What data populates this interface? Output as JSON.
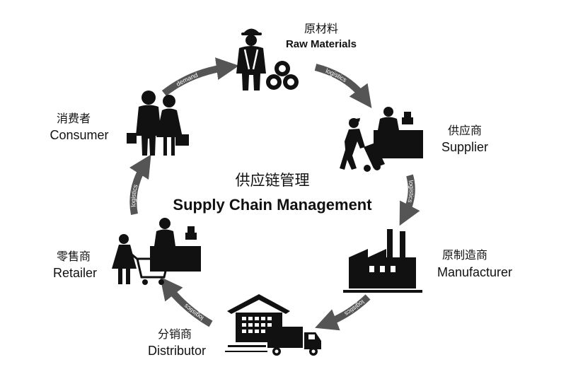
{
  "title": {
    "zh": "供应链管理",
    "en": "Supply Chain Management"
  },
  "nodes": [
    {
      "id": "raw_materials",
      "zh": "原材料",
      "en": "Raw Materials"
    },
    {
      "id": "supplier",
      "zh": "供应商",
      "en": "Supplier"
    },
    {
      "id": "manufacturer",
      "zh": "原制造商",
      "en": "Manufacturer"
    },
    {
      "id": "distributor",
      "zh": "分销商",
      "en": "Distributor"
    },
    {
      "id": "retailer",
      "zh": "零售商",
      "en": "Retailer"
    },
    {
      "id": "consumer",
      "zh": "消费者",
      "en": "Consumer"
    }
  ],
  "arrows": [
    {
      "from": "consumer",
      "to": "raw_materials",
      "label": "demand"
    },
    {
      "from": "raw_materials",
      "to": "supplier",
      "label": "logistics"
    },
    {
      "from": "supplier",
      "to": "manufacturer",
      "label": "logistics"
    },
    {
      "from": "manufacturer",
      "to": "distributor",
      "label": "logistics"
    },
    {
      "from": "distributor",
      "to": "retailer",
      "label": "logistics"
    },
    {
      "from": "retailer",
      "to": "consumer",
      "label": "logistics"
    }
  ],
  "icons": {
    "raw_materials": "worker-with-pipes-icon",
    "supplier": "supplier-with-hand-truck-icon",
    "manufacturer": "factory-icon",
    "distributor": "warehouse-and-truck-icon",
    "retailer": "shopper-at-checkout-icon",
    "consumer": "couple-with-shopping-bags-icon"
  },
  "colors": {
    "icon": "#111111",
    "arrow": "#555555",
    "arrow_text": "#ffffff",
    "background": "#ffffff"
  }
}
